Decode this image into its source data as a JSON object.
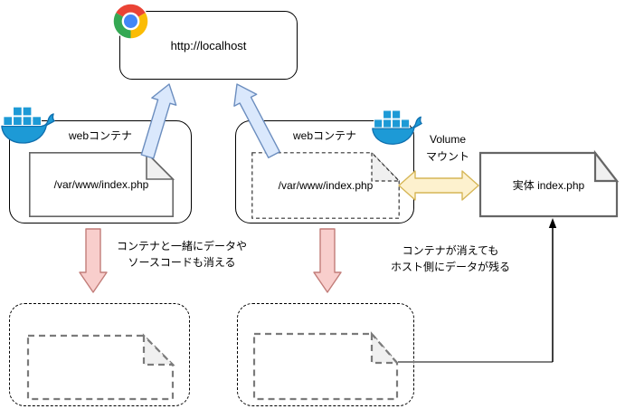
{
  "browser": {
    "url": "http://localhost",
    "icon": "chrome-icon"
  },
  "containers": {
    "left": {
      "label": "webコンテナ",
      "file": "/var/www/index.php",
      "icon": "docker-icon"
    },
    "right": {
      "label": "webコンテナ",
      "file": "/var/www/index.php",
      "icon": "docker-icon"
    }
  },
  "volume": {
    "line1": "Volume",
    "line2": "マウント"
  },
  "host_file": {
    "label": "実体 index.php"
  },
  "notes": {
    "left": {
      "line1": "コンテナと一緒にデータや",
      "line2": "ソースコードも消える"
    },
    "right": {
      "line1": "コンテナが消えても",
      "line2": "ホスト側にデータが残る"
    }
  },
  "colors": {
    "arrow_blue_fill": "#dae8fc",
    "arrow_blue_stroke": "#6c8ebf",
    "arrow_pink_fill": "#f8cecc",
    "arrow_pink_stroke": "#c27d79",
    "arrow_yellow_fill": "#fdf1ce",
    "arrow_yellow_stroke": "#d6b656",
    "docker_blue": "#1d9ad6",
    "docker_blue_dark": "#0f6fae",
    "file_stroke": "#666666",
    "fold_fill": "#f0f0f0"
  }
}
